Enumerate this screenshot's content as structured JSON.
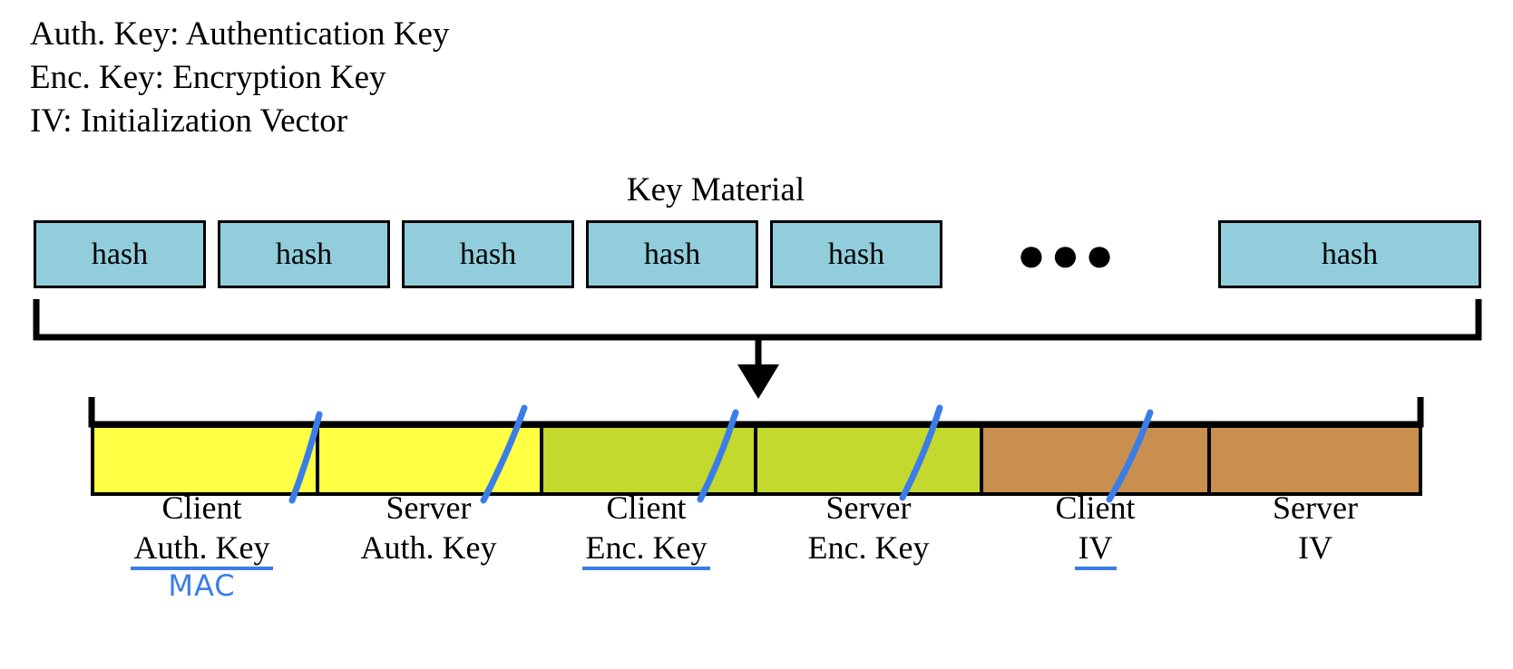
{
  "legend": {
    "lines": [
      "Auth. Key: Authentication Key",
      "Enc. Key: Encryption Key",
      "IV: Initialization Vector"
    ]
  },
  "key_material": {
    "title": "Key Material",
    "hash_label": "hash",
    "hash_count_visible": 6,
    "ellipsis": "●●●",
    "box_color": "#92cddc",
    "border_color": "#000000"
  },
  "segments": [
    {
      "line1": "Client",
      "line2": "Auth. Key",
      "color": "#ffff44",
      "underlined": true,
      "annotation": "MAC"
    },
    {
      "line1": "Server",
      "line2": "Auth. Key",
      "color": "#ffff44",
      "underlined": false,
      "annotation": ""
    },
    {
      "line1": "Client",
      "line2": "Enc. Key",
      "color": "#c3d92e",
      "underlined": true,
      "annotation": ""
    },
    {
      "line1": "Server",
      "line2": "Enc. Key",
      "color": "#c3d92e",
      "underlined": false,
      "annotation": ""
    },
    {
      "line1": "Client",
      "line2": "IV",
      "color": "#c98f4f",
      "underlined": true,
      "annotation": ""
    },
    {
      "line1": "Server",
      "line2": "IV",
      "color": "#c98f4f",
      "underlined": false,
      "annotation": ""
    }
  ],
  "colors": {
    "accent_blue": "#3b7de8",
    "hash_blue": "#92cddc",
    "yellow": "#ffff44",
    "green": "#c3d92e",
    "brown": "#c98f4f",
    "stroke": "#000000",
    "background": "#ffffff"
  }
}
